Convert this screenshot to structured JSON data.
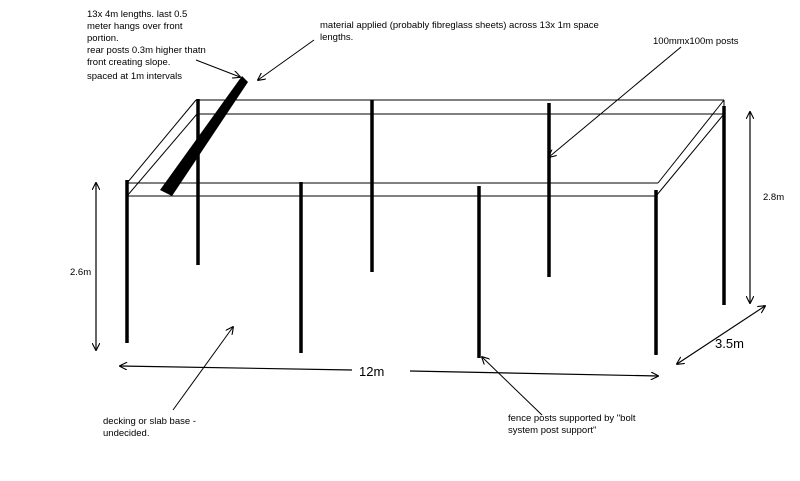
{
  "notes": {
    "lengths": [
      "13x   4m lengths. last 0.5",
      "meter hangs over front",
      "portion.",
      "rear posts 0.3m higher thatn",
      "front creating slope."
    ],
    "spacing": "spaced at 1m intervals",
    "material": [
      "material applied  (probably fibreglass sheets) across 13x 1m space",
      "lengths."
    ],
    "posts": "100mmx100m posts",
    "base": [
      "decking or slab base -",
      "undecided."
    ],
    "fence": [
      "fence posts supported by \"bolt",
      "system post support\""
    ]
  },
  "dimensions": {
    "front_height": "2.6m",
    "rear_height": "2.8m",
    "length": "12m",
    "depth": "3.5m"
  },
  "colors": {
    "ink": "#000000",
    "background": "#ffffff"
  }
}
